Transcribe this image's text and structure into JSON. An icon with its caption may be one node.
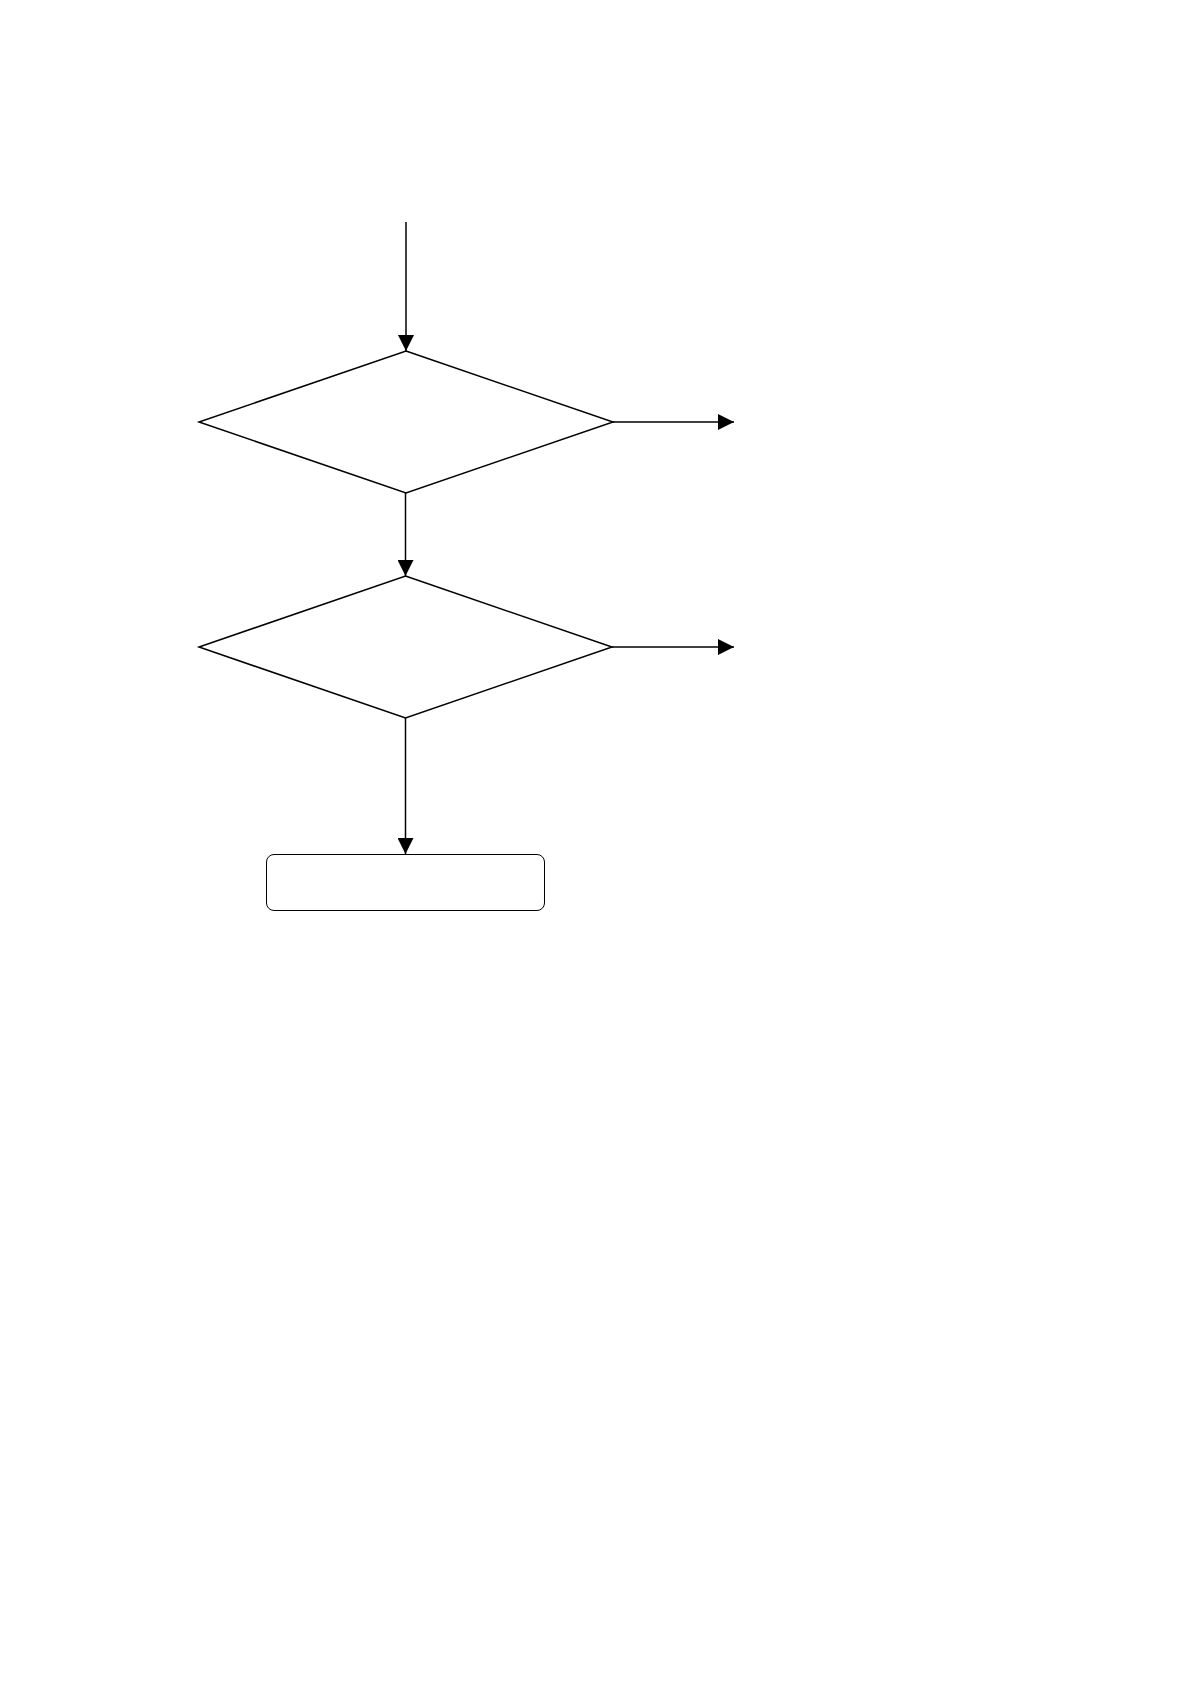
{
  "diagram": {
    "nodes": [
      {
        "text": [],
        "shape": "diamond"
      },
      {
        "text": [],
        "shape": "diamond"
      },
      {
        "text": [],
        "shape": "box"
      }
    ],
    "edges": [
      {
        "from": null,
        "to": 0,
        "arrow": "to"
      },
      {
        "from": 0,
        "to": null,
        "arrow": "to"
      },
      {
        "from": 0,
        "to": 1,
        "arrow": "to"
      },
      {
        "from": 1,
        "to": null,
        "arrow": "to"
      },
      {
        "from": 1,
        "to": 2,
        "arrow": "to"
      }
    ]
  }
}
